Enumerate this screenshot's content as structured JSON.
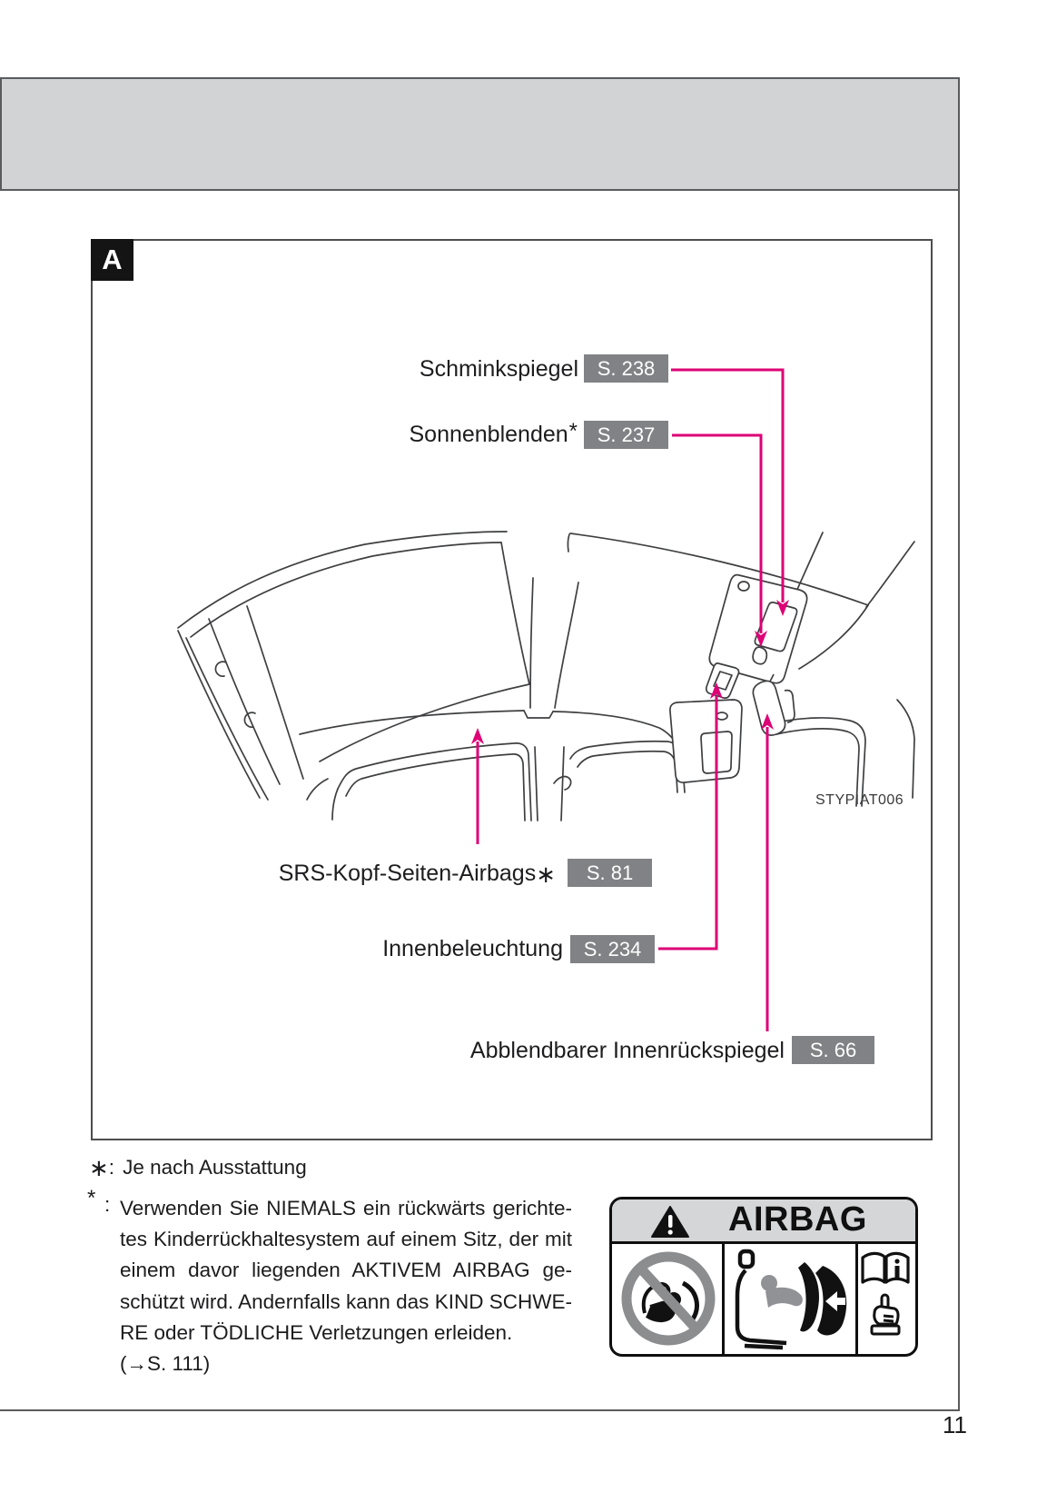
{
  "page": {
    "number": "11"
  },
  "figure": {
    "panel_label": "A",
    "figure_code": "STYPIAT006",
    "callouts": [
      {
        "label": "Schminkspiegel",
        "marker": "",
        "page_ref": "S. 238"
      },
      {
        "label": "Sonnenblenden",
        "marker": "*",
        "page_ref": "S. 237"
      },
      {
        "label": "SRS-Kopf-Seiten-Airbags",
        "marker": "∗",
        "page_ref": "S. 81"
      },
      {
        "label": "Innenbeleuchtung",
        "marker": "",
        "page_ref": "S. 234"
      },
      {
        "label": "Abblendbarer Innenrückspiegel",
        "marker": "",
        "page_ref": "S. 66"
      }
    ]
  },
  "footnotes": {
    "equipment": {
      "marker": "∗",
      "separator": ":",
      "text": "Je nach Ausstattung"
    },
    "warning": {
      "marker": "*",
      "separator": ":",
      "lines": [
        "Verwenden Sie NIEMALS ein rückwärts gerichte-",
        "tes Kinderrückhaltesystem auf einem Sitz, der mit",
        "einem davor liegenden AKTIVEM AIRBAG ge-",
        "schützt wird. Andernfalls kann das KIND SCHWE-",
        "RE oder TÖDLICHE Verletzungen erleiden.",
        "(→S. 111)"
      ]
    }
  },
  "airbag_label": {
    "title": "AIRBAG"
  },
  "icons": {
    "warning_triangle": "warning-triangle-icon",
    "no_rear_facing_child_seat": "no-rear-facing-child-seat-icon",
    "airbag_deployment": "airbag-deployment-icon",
    "manual_book": "owners-manual-book-icon",
    "pointing_hand": "pointing-hand-icon"
  },
  "colors": {
    "accent_magenta": "#dd0076",
    "header_band": "#d2d3d5",
    "ref_box_gray": "#808285",
    "warn_band_gray": "#d5d6d8"
  }
}
